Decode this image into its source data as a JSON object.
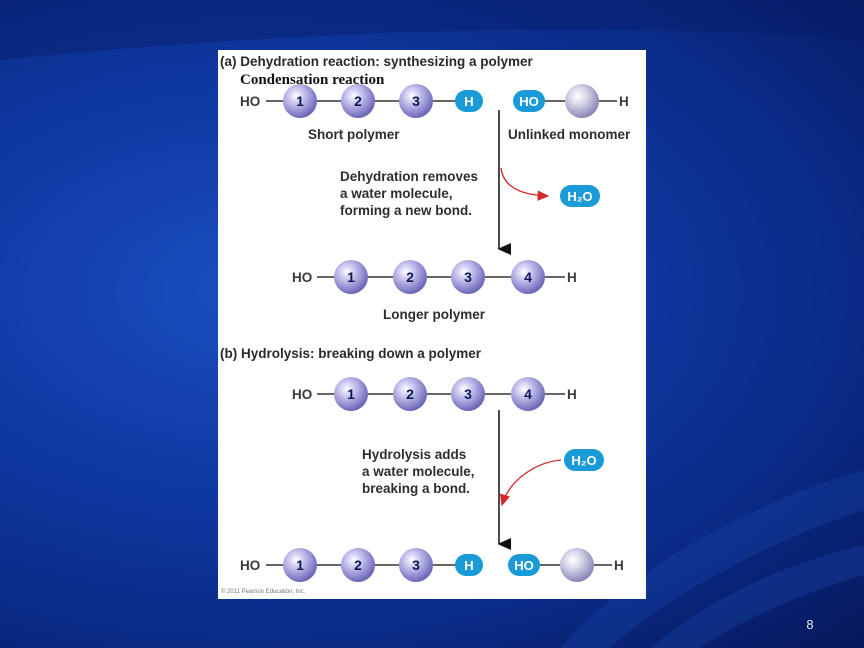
{
  "slide_number": "8",
  "figure": {
    "title_a": "(a) Dehydration reaction: synthesizing a polymer",
    "condensation_label": "Condensation reaction",
    "title_b": "(b) Hydrolysis: breaking down a polymer",
    "ho": "HO",
    "h": "H",
    "short_polymer": "Short polymer",
    "unlinked_monomer": "Unlinked monomer",
    "dehydration_text": [
      "Dehydration removes",
      "a water molecule,",
      "forming a new bond."
    ],
    "longer_polymer": "Longer polymer",
    "hydrolysis_text": [
      "Hydrolysis adds",
      "a water molecule,",
      "breaking a bond."
    ],
    "water_formula": "H₂O",
    "beads": [
      "1",
      "2",
      "3",
      "4"
    ],
    "copyright": "© 2011 Pearson Education, Inc."
  },
  "colors": {
    "bead": "#9a96d8",
    "blue_pill": "#1a9ad6",
    "arrow_red": "#d22a2a"
  }
}
